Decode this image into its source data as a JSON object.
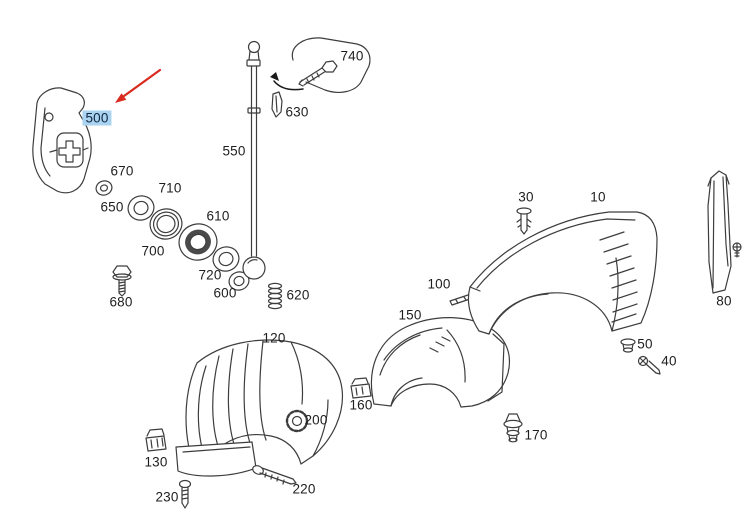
{
  "diagram": {
    "kind": "exploded-parts-diagram",
    "selected_label": "500",
    "colors": {
      "line": "#3d3d3d",
      "highlight": "#a9d3f1",
      "selection_arrow": "#d92b1f",
      "background": "#ffffff"
    }
  },
  "labels": {
    "500": "500",
    "670": "670",
    "650": "650",
    "710": "710",
    "700": "700",
    "610": "610",
    "720": "720",
    "600": "600",
    "680": "680",
    "550": "550",
    "630": "630",
    "740": "740",
    "620": "620",
    "120": "120",
    "130": "130",
    "230": "230",
    "220": "220",
    "200": "200",
    "150": "150",
    "160": "160",
    "100": "100",
    "170": "170",
    "30": "30",
    "10": "10",
    "50": "50",
    "40": "40",
    "80": "80"
  }
}
